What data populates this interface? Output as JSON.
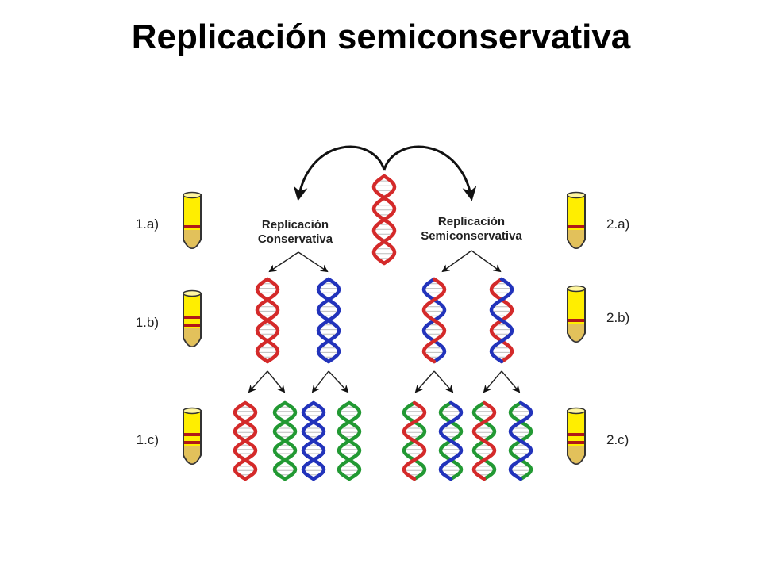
{
  "title": "Replicación semiconservativa",
  "colors": {
    "parent_strand": "#d42a2a",
    "gen1_new_strand": "#2233bb",
    "gen2_new_strand": "#229933",
    "tube_fill": "#ffee00",
    "tube_band": "#b01818",
    "tube_outline": "#333333"
  },
  "models": {
    "conservative": {
      "line1": "Replicación",
      "line2": "Conservativa"
    },
    "semiconservative": {
      "line1": "Replicación",
      "line2": "Semiconservativa"
    }
  },
  "tubes": {
    "left": [
      {
        "label": "1.a)",
        "bands": 1
      },
      {
        "label": "1.b)",
        "bands": 2
      },
      {
        "label": "1.c)",
        "bands": 2
      }
    ],
    "right": [
      {
        "label": "2.a)",
        "bands": 1
      },
      {
        "label": "2.b)",
        "bands": 1
      },
      {
        "label": "2.c)",
        "bands": 2
      }
    ]
  }
}
